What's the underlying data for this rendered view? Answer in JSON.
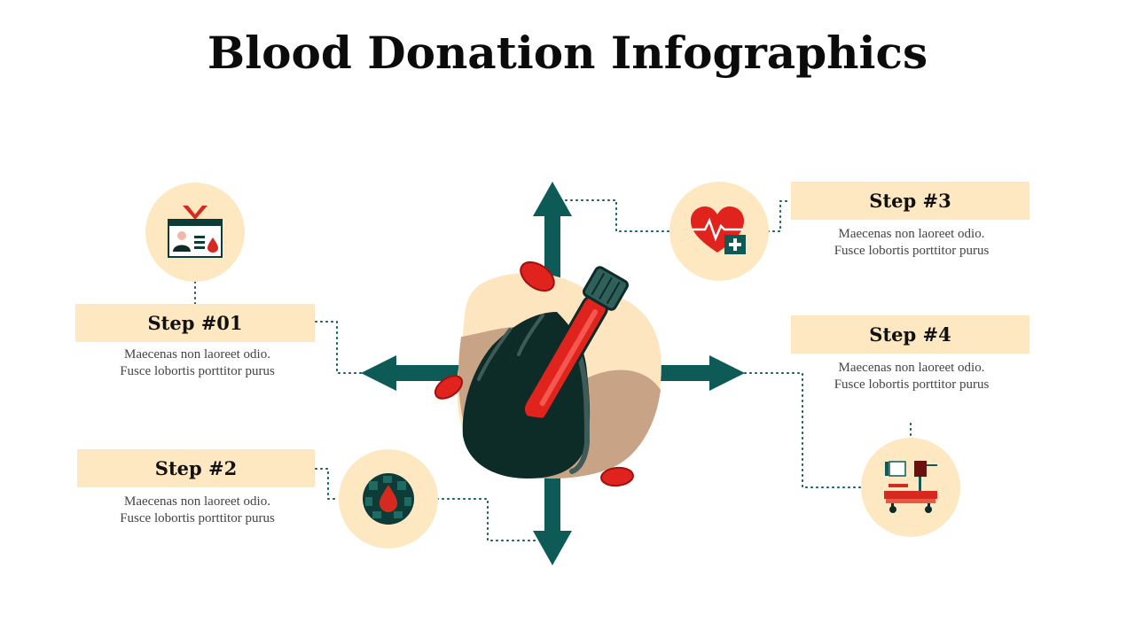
{
  "title": "Blood Donation Infographics",
  "colors": {
    "accent_teal": "#0d5a56",
    "box_fill": "#fde8c1",
    "blood_red": "#e0231c",
    "dark_green": "#0d2b27",
    "skin": "#c9a386"
  },
  "steps": [
    {
      "label": "Step #01",
      "line1": "Maecenas non laoreet odio.",
      "line2": "Fusce lobortis porttitor purus",
      "icon": "id-card-icon"
    },
    {
      "label": "Step #2",
      "line1": "Maecenas non laoreet odio.",
      "line2": "Fusce lobortis porttitor purus",
      "icon": "globe-blood-drop-icon"
    },
    {
      "label": "Step #3",
      "line1": "Maecenas non laoreet odio.",
      "line2": "Fusce lobortis porttitor purus",
      "icon": "heart-medical-icon"
    },
    {
      "label": "Step #4",
      "line1": "Maecenas non laoreet odio.",
      "line2": "Fusce lobortis porttitor purus",
      "icon": "hospital-bed-icon"
    }
  ],
  "center_graphic": "hand-holding-blood-test-tube"
}
